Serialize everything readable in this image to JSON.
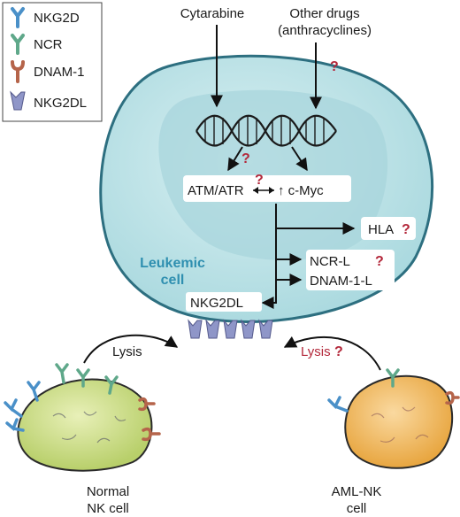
{
  "legend": {
    "items": [
      {
        "label": "NKG2D",
        "icon": "nkg2d-receptor-icon",
        "color": "#4a90c8"
      },
      {
        "label": "NCR",
        "icon": "ncr-receptor-icon",
        "color": "#5fa88a"
      },
      {
        "label": "DNAM-1",
        "icon": "dnam1-receptor-icon",
        "color": "#b5644a"
      },
      {
        "label": "NKG2DL",
        "icon": "nkg2dl-ligand-icon",
        "color": "#8f96c8"
      }
    ]
  },
  "drugs": {
    "cytarabine": "Cytarabine",
    "other_line1": "Other drugs",
    "other_line2": "(anthracyclines)"
  },
  "pathway": {
    "atm": "ATM/ATR",
    "myc": "↑ c-Myc",
    "hla": "HLA",
    "ncrl": "NCR-L",
    "dnam1l": "DNAM-1-L",
    "nkg2dl": "NKG2DL",
    "question": "?"
  },
  "leukemic": {
    "line1": "Leukemic",
    "line2": "cell"
  },
  "lysis": {
    "normal": "Lysis",
    "aml": "Lysis"
  },
  "normal_nk": {
    "line1": "Normal",
    "line2": "NK cell"
  },
  "aml_nk": {
    "line1": "AML-NK",
    "line2": "cell"
  },
  "colors": {
    "leukemic_fill": "#bfe3e6",
    "leukemic_stroke": "#2d6f80",
    "nucleus": "#9dd0d8",
    "normal_nk": "#cfe08a",
    "aml_nk": "#f2bf6a",
    "question": "#b3273a"
  }
}
